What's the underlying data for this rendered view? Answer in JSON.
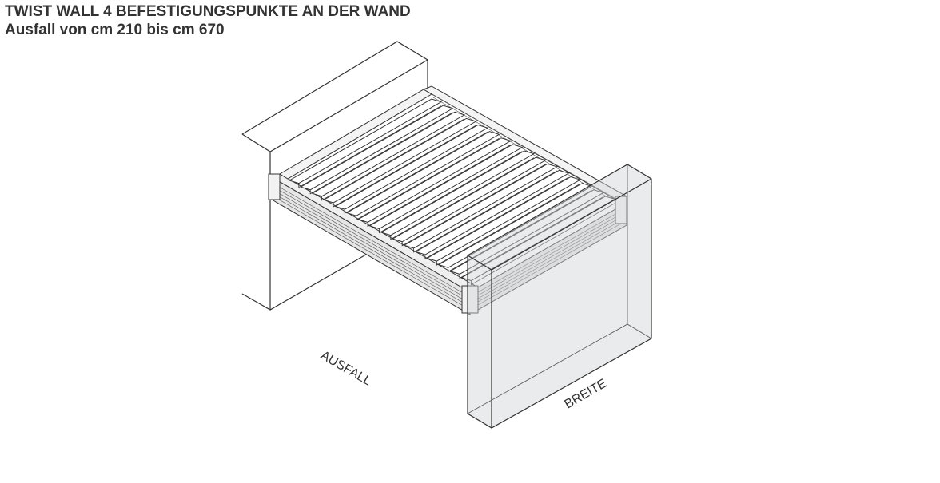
{
  "header": {
    "title": "TWIST WALL 4 BEFESTIGUNGSPUNKTE AN DER WAND",
    "subtitle": "Ausfall von cm 210 bis cm 670"
  },
  "labels": {
    "ausfall": "AUSFALL",
    "breite": "BREITE"
  },
  "colors": {
    "line": "#333333",
    "frame_fill": "#e8e8e8",
    "wall_fill": "#cfd2d4",
    "blade_fill": "#ffffff"
  },
  "pergola": {
    "blade_count": 16
  }
}
